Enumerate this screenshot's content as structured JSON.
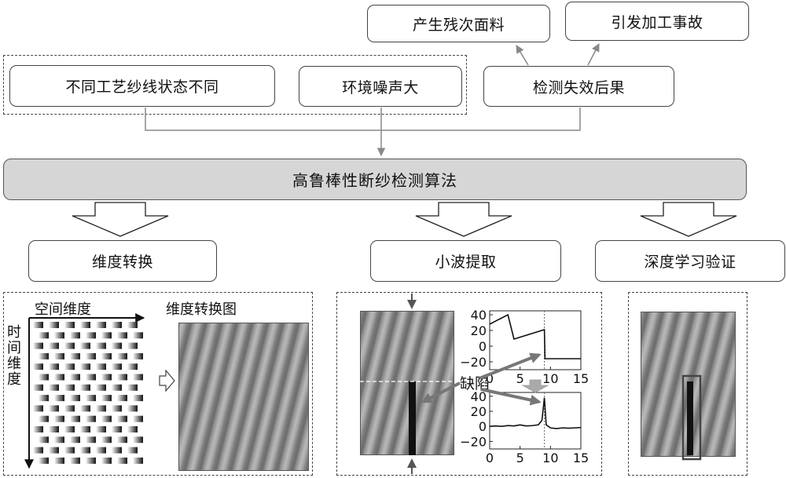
{
  "consequences": {
    "item1": "产生残次面料",
    "item2": "引发加工事故",
    "detect_failure": "检测失效后果"
  },
  "causes": {
    "item1": "不同工艺纱线状态不同",
    "item2": "环境噪声大"
  },
  "algorithm": {
    "title": "高鲁棒性断纱检测算法"
  },
  "steps": {
    "dimension_transform": "维度转换",
    "wavelet_extract": "小波提取",
    "deep_learning_verify": "深度学习验证"
  },
  "panel1": {
    "space_dim": "空间维度",
    "time_dim_chars": [
      "时",
      "间",
      "维",
      "度"
    ],
    "transform_map": "维度转换图"
  },
  "panel2": {
    "defect_label": "缺陷",
    "top_plot": {
      "x_ticks": [
        "0",
        "5",
        "10",
        "15"
      ],
      "y_ticks": [
        "40",
        "20",
        "0",
        "−20"
      ],
      "xlim": [
        0,
        15
      ],
      "ylim": [
        -30,
        45
      ]
    },
    "bottom_plot": {
      "x_ticks": [
        "0",
        "5",
        "10",
        "15"
      ],
      "y_ticks": [
        "40",
        "20",
        "0",
        "−20"
      ],
      "xlim": [
        0,
        15
      ],
      "ylim": [
        -30,
        45
      ]
    }
  },
  "chart_data": [
    {
      "type": "line",
      "x": [
        0,
        3,
        4,
        9,
        9.1,
        15
      ],
      "values": [
        28,
        40,
        9,
        21,
        -16,
        -16
      ],
      "xlim": [
        0,
        15
      ],
      "ylim": [
        -30,
        45
      ],
      "marker_x": 9
    },
    {
      "type": "line",
      "x": [
        0,
        1,
        2,
        3,
        4,
        5,
        6,
        7,
        8,
        8.6,
        9,
        9.3,
        10,
        11,
        12,
        13,
        14,
        15
      ],
      "values": [
        0,
        0.5,
        0,
        1,
        0.5,
        2,
        0.5,
        1,
        2,
        8,
        38,
        2,
        -2,
        -3,
        -2,
        -2.5,
        -2,
        -1.5
      ],
      "xlim": [
        0,
        15
      ],
      "ylim": [
        -30,
        45
      ],
      "marker_x": 9
    }
  ]
}
